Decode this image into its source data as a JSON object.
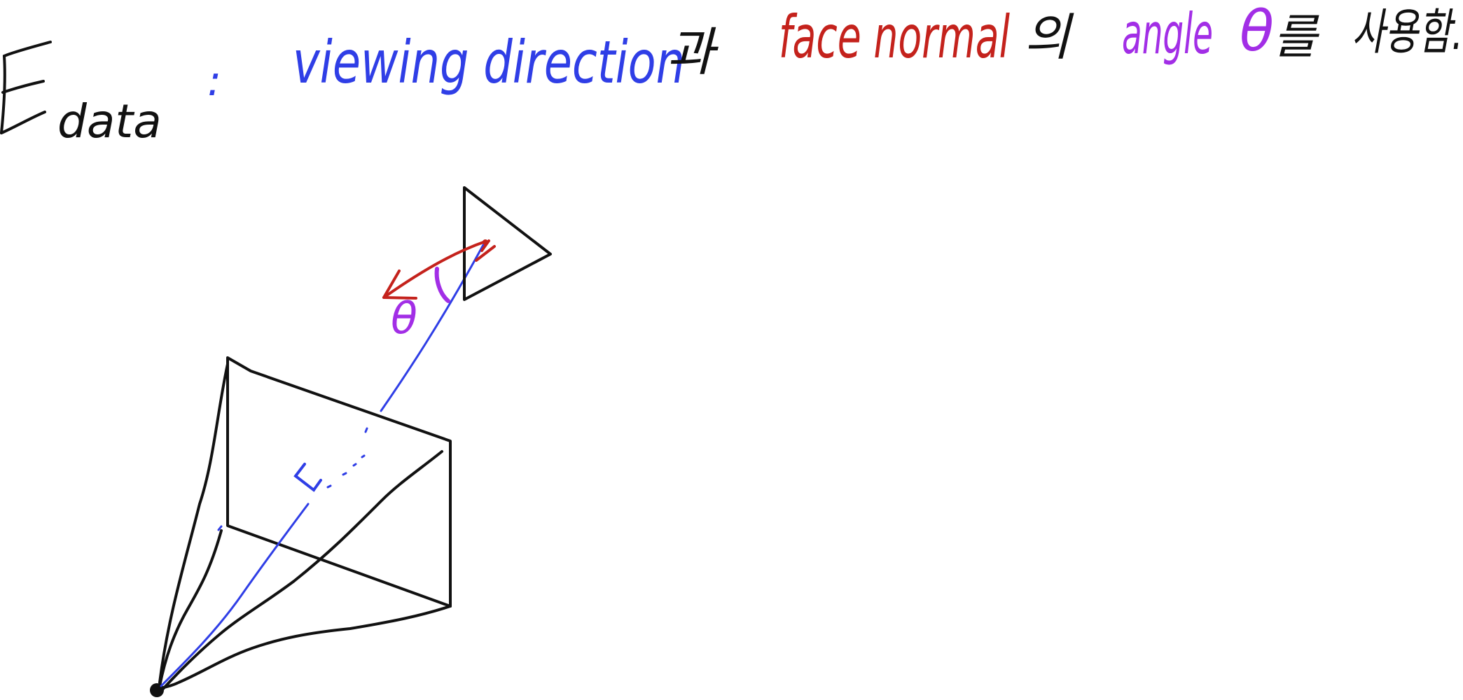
{
  "heading": {
    "symbol_main": "E",
    "symbol_sub": "data",
    "colon": ":",
    "viewing_direction": "viewing direction",
    "particle_gwa": "과",
    "face_normal": "face normal",
    "particle_ui": "의",
    "angle_label": "angle",
    "theta_heading": "θ",
    "particle_eul": "를",
    "verb": "사용함."
  },
  "figure": {
    "theta_label": "θ"
  },
  "colors": {
    "ink": "#111111",
    "viewing": "#2f3ee6",
    "normal": "#c4221c",
    "angle": "#a22ee6"
  }
}
